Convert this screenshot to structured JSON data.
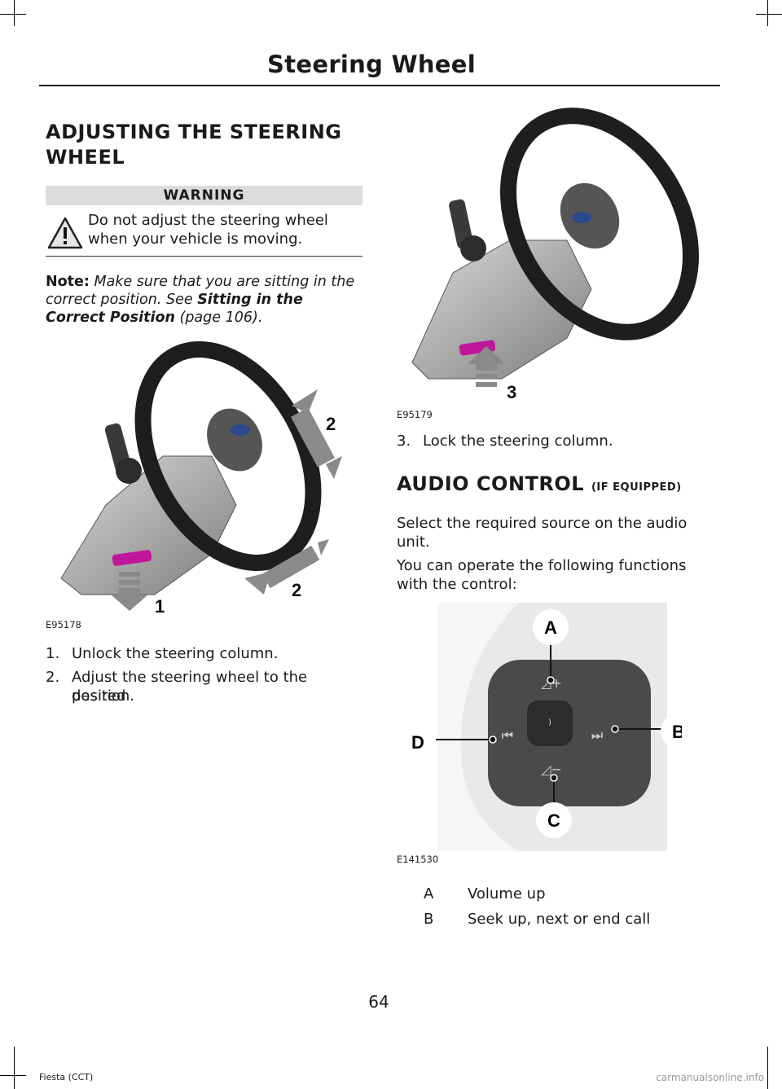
{
  "header": {
    "title": "Steering Wheel"
  },
  "section1": {
    "title_line1": "ADJUSTING THE STEERING",
    "title_line2": "WHEEL",
    "warning_label": "WARNING",
    "warning_text": "Do not adjust the steering wheel when your vehicle is moving.",
    "note_label": "Note:",
    "note_text": " Make sure that you are sitting in the correct position.  See ",
    "note_link": "Sitting in the Correct Position",
    "note_page": " (page 106)."
  },
  "figure1": {
    "code": "E95178",
    "callouts": [
      "2",
      "2",
      "1"
    ]
  },
  "steps1": [
    {
      "num": "1.",
      "text": "Unlock the steering column."
    },
    {
      "num": "2.",
      "text_line1": "Adjust the steering wheel to the desired",
      "text_line2": "position."
    }
  ],
  "figure2": {
    "code": "E95179",
    "callout": "3"
  },
  "step3": {
    "num": "3.",
    "text": "Lock the steering column."
  },
  "section2": {
    "title": "AUDIO CONTROL",
    "title_suffix": "(IF EQUIPPED)",
    "para1_line1": "Select the required source on the audio",
    "para1_line2": "unit.",
    "para2_line1": "You can operate the following functions",
    "para2_line2": "with the control:"
  },
  "figure3": {
    "code": "E141530",
    "labels": [
      "A",
      "B",
      "C",
      "D"
    ]
  },
  "legend": [
    {
      "key": "A",
      "value": "Volume up"
    },
    {
      "key": "B",
      "value": "Seek up, next or end call"
    }
  ],
  "page_number": "64",
  "footer": "Fiesta (CCT)",
  "watermark": "carmanualsonline.info",
  "colors": {
    "release_lever": "#c0169b",
    "arrow": "#8a8a8a",
    "text": "#1a1a1a"
  }
}
